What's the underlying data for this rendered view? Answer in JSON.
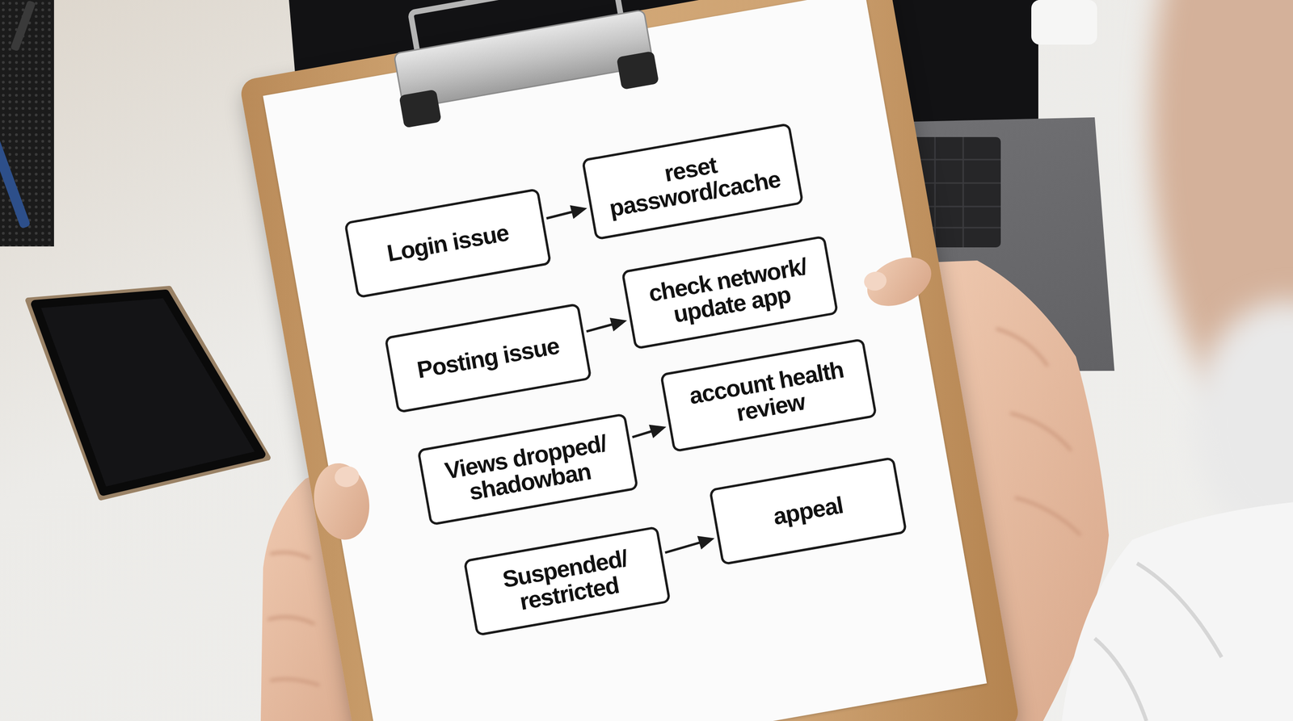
{
  "diagram": {
    "nodes": [
      {
        "text": [
          "Login issue"
        ]
      },
      {
        "text": [
          "reset password/cache"
        ]
      },
      {
        "text": [
          "Posting issue"
        ]
      },
      {
        "text": [
          "check network/ update app"
        ]
      },
      {
        "text": [
          "Views dropped/ shadowban"
        ]
      },
      {
        "text": [
          "account health review"
        ]
      },
      {
        "text": [
          "Suspended/ restricted"
        ]
      },
      {
        "text": [
          "appeal"
        ]
      }
    ],
    "edges": [
      {
        "from": 0,
        "to": 1,
        "arrow": "to"
      },
      {
        "from": 2,
        "to": 3,
        "arrow": "to"
      },
      {
        "from": 4,
        "to": 5,
        "arrow": "to"
      },
      {
        "from": 6,
        "to": 7,
        "arrow": "to"
      }
    ]
  }
}
